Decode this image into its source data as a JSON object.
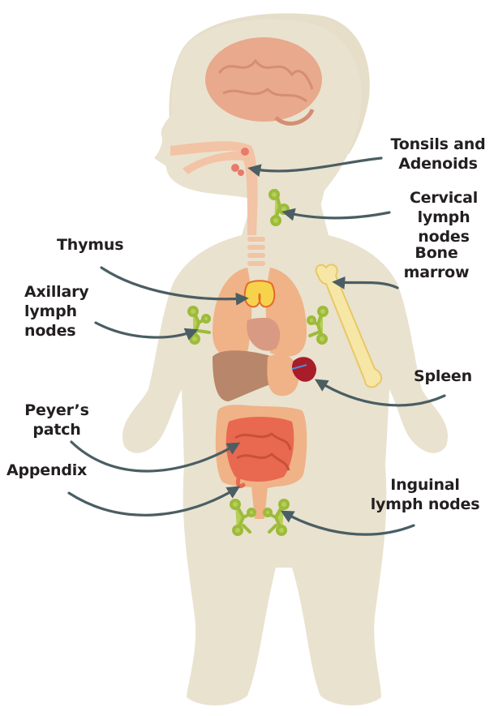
{
  "labels": {
    "tonsils": "Tonsils and\nAdenoids",
    "cervical": "Cervical\nlymph nodes",
    "thymus": "Thymus",
    "bone_marrow": "Bone\nmarrow",
    "axillary": "Axillary\nlymph\nnodes",
    "spleen": "Spleen",
    "peyers": "Peyer’s\npatch",
    "appendix": "Appendix",
    "inguinal": "Inguinal\nlymph nodes"
  },
  "colors": {
    "body": "#e9e2cf",
    "body_outline": "#d8d0b8",
    "arrow": "#4a5e63",
    "lymph_node": "#9dbb3a",
    "brain": "#e8a98c",
    "organ_orange": "#f0b287",
    "liver": "#b8866a",
    "intestine": "#e8694f",
    "spleen": "#a91c2a",
    "bone": "#f7e7a6",
    "thymus": "#f7d34c",
    "text": "#231f20"
  }
}
